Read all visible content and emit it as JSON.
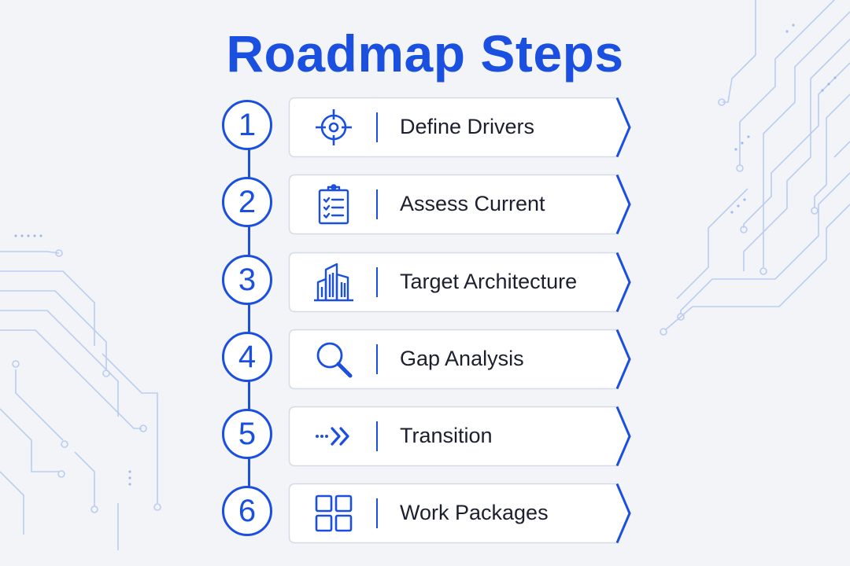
{
  "title": "Roadmap Steps",
  "colors": {
    "accent": "#1a4fe0",
    "background": "#f3f4f7",
    "card": "#ffffff",
    "circuit": "#b9cdf2"
  },
  "steps": [
    {
      "number": "1",
      "label": "Define Drivers",
      "icon": "target-icon"
    },
    {
      "number": "2",
      "label": "Assess Current",
      "icon": "clipboard-checklist-icon"
    },
    {
      "number": "3",
      "label": "Target Architecture",
      "icon": "buildings-icon"
    },
    {
      "number": "4",
      "label": "Gap Analysis",
      "icon": "magnifier-icon"
    },
    {
      "number": "5",
      "label": "Transition",
      "icon": "double-chevron-right-icon"
    },
    {
      "number": "6",
      "label": "Work Packages",
      "icon": "grid-icon"
    }
  ]
}
